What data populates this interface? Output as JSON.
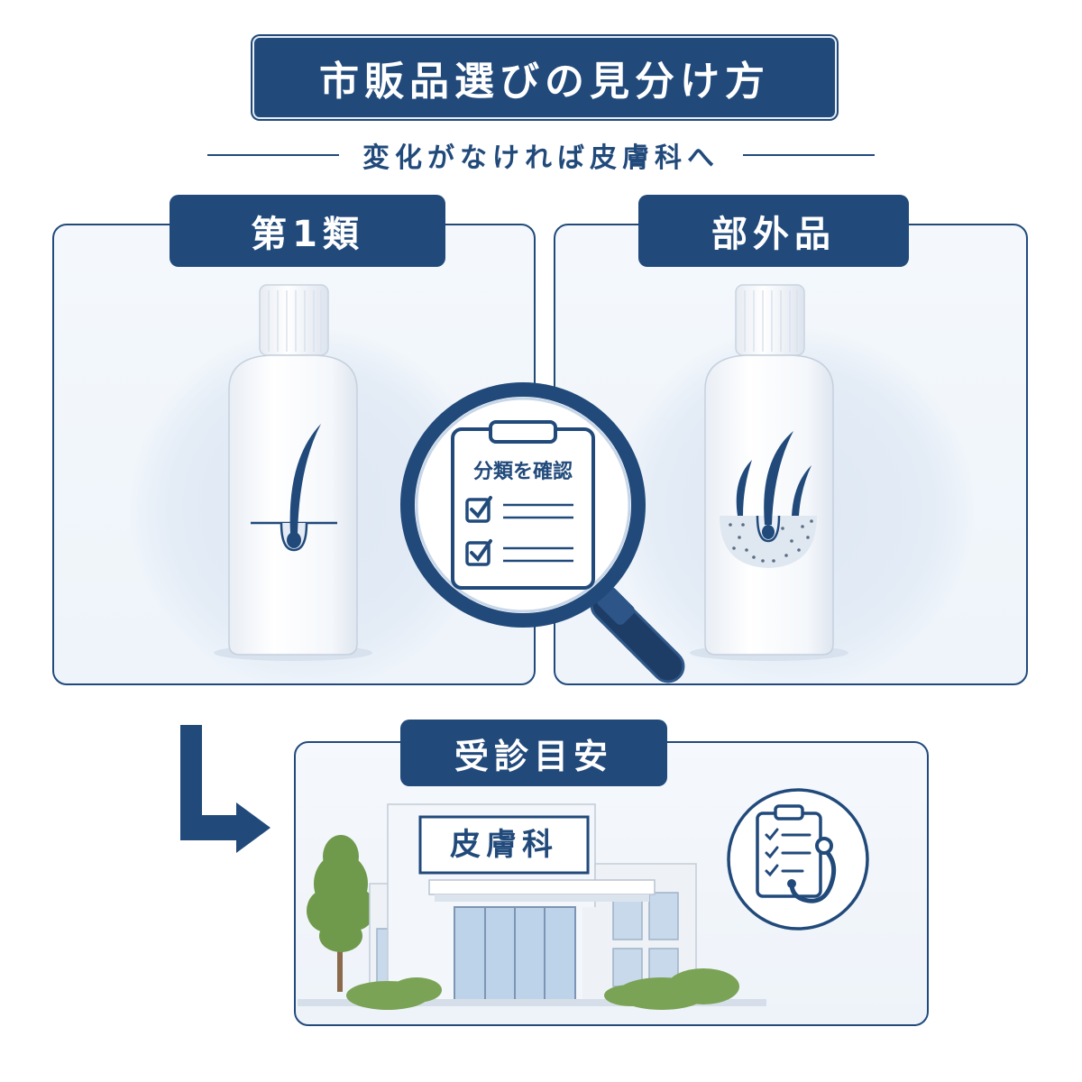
{
  "title": "市販品選びの見分け方",
  "subtitle": "変化がなければ皮膚科へ",
  "panels": {
    "left": {
      "label": "第1類",
      "icon": "single-hair-follicle-icon"
    },
    "right": {
      "label": "部外品",
      "icon": "multiple-hair-follicles-icon"
    }
  },
  "magnifier": {
    "clipboard_text": "分類を確認",
    "icon": "magnifying-glass-icon"
  },
  "bottom": {
    "label": "受診目安",
    "clinic_sign": "皮膚科",
    "icon": "clipboard-stethoscope-icon"
  },
  "colors": {
    "navy": "#214a7b",
    "panel_bg": "#eef4fa",
    "tree_green": "#6f9a4c"
  }
}
